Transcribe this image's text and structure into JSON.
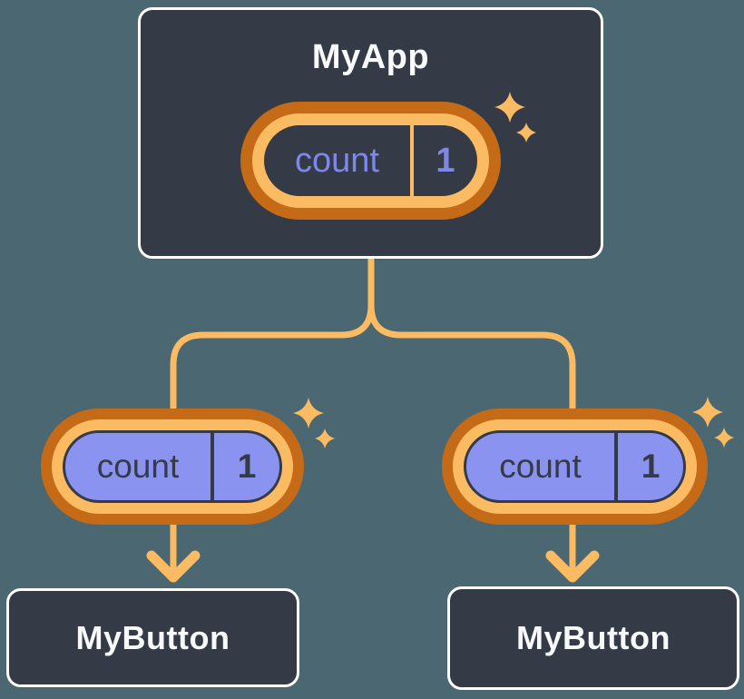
{
  "diagram": {
    "root": {
      "title": "MyApp",
      "state": {
        "name": "count",
        "value": "1"
      }
    },
    "children": [
      {
        "title": "MyButton",
        "state": {
          "name": "count",
          "value": "1"
        }
      },
      {
        "title": "MyButton",
        "state": {
          "name": "count",
          "value": "1"
        }
      }
    ]
  },
  "colors": {
    "background": "#4B6771",
    "card_fill": "#343A46",
    "card_border": "#FFFFFF",
    "ring_orange_dark": "#C56A16",
    "ring_orange_light": "#FABB62",
    "connector_orange": "#FABB62",
    "state_fill_purple": "#8B93F0",
    "state_text_periwinkle": "#7E87EA",
    "title_text": "#F7F9FA"
  },
  "decorations": {
    "sparkle": "four-point-star",
    "arrow": "downward-arrow"
  }
}
